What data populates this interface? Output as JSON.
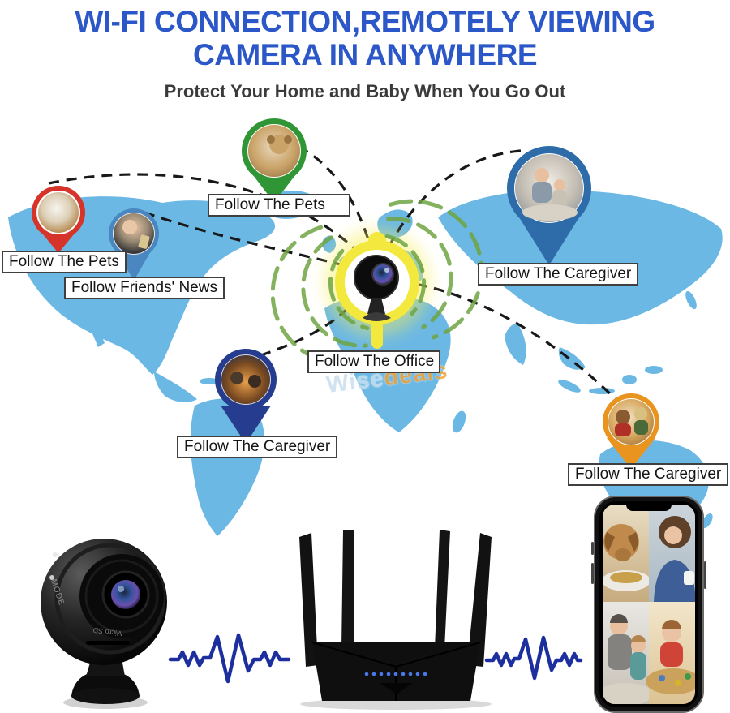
{
  "header": {
    "title_line1": "WI-FI CONNECTION,REMOTELY VIEWING",
    "title_line2": "CAMERA IN ANYWHERE",
    "subtitle": "Protect Your Home and Baby When You Go Out",
    "title_color": "#2b57c8"
  },
  "map": {
    "land_color": "#6cb8e4",
    "connection_line_color": "#181818",
    "pins": [
      {
        "id": "pin-pets-west",
        "label": "Follow The Pets",
        "color": "#d6342a"
      },
      {
        "id": "pin-friends-news",
        "label": "Follow Friends' News",
        "color": "#4a86c0"
      },
      {
        "id": "pin-pets-north",
        "label": "Follow The Pets",
        "color": "#2f9535"
      },
      {
        "id": "pin-caregiver-ne",
        "label": "Follow The Caregiver",
        "color": "#2d6ca8"
      },
      {
        "id": "pin-caregiver-sw",
        "label": "Follow The Caregiver",
        "color": "#263c8f"
      },
      {
        "id": "pin-caregiver-se",
        "label": "Follow The Caregiver",
        "color": "#e8941f"
      },
      {
        "id": "center-office-marker",
        "label": "Follow The Office",
        "color": "#f2e83e"
      }
    ],
    "wifi_arc_color": "#6fa543"
  },
  "watermark": {
    "part1": "Wise",
    "part2": "deals"
  },
  "bottom": {
    "camera": {
      "mode_label": "MODE",
      "card_label": "Micro SD"
    },
    "signal_color": "#1d2f9e",
    "router_led_color": "#4a78e8"
  }
}
